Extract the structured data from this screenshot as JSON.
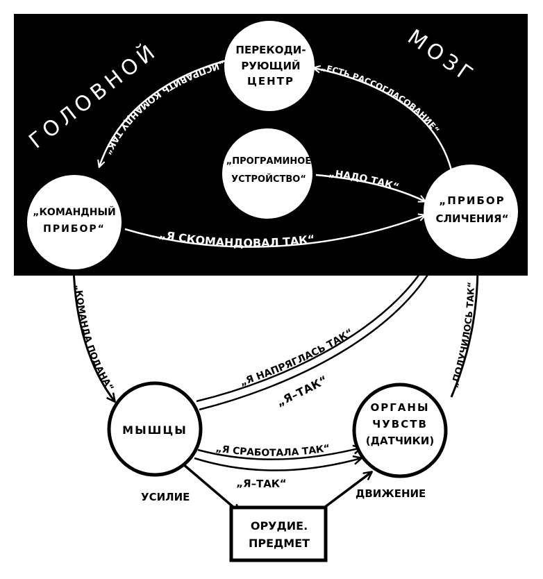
{
  "regions": {
    "brain_left": "ГОЛОВНОЙ",
    "brain_right": "МОЗГ"
  },
  "nodes": {
    "recoding": [
      "ПЕРЕКОДИ-",
      "РУЮЩИЙ",
      "ЦЕНТР"
    ],
    "program": [
      "„ПРОГРАМИНОЕ",
      "УСТРОЙСТВО“"
    ],
    "command": [
      "„КОМАНДНЫЙ",
      "ПРИБОР“"
    ],
    "comparator": [
      "„ПРИБОР",
      "СЛИЧЕНИЯ“"
    ],
    "muscles": [
      "МЫШЦЫ"
    ],
    "senses": [
      "ОРГАНЫ",
      "ЧУВСТВ",
      "(ДАТЧИКИ)"
    ],
    "tool": [
      "ОРУДИЕ.",
      "ПРЕДМЕТ"
    ]
  },
  "edges": {
    "fix_command": "„ИСПРАВИТЬ КОМАНДУ ТАК“",
    "mismatch": "„ЕСТЬ РАССОГЛАСОВАНИЕ“",
    "need_so": "„НАДО ТАК“",
    "commanded": "„Я СКОМАНДОВАЛ ТАК“",
    "command_given": "„КОМАНДА ПОДАНА“",
    "tensed": "„Я НАПРЯГЛАСЬ ТАК“",
    "i_so_upper": "„Я–ТАК“",
    "worked": "„Я СРАБОТАЛА ТАК“",
    "i_so_lower": "„Я–ТАК“",
    "turned_out": "„ПОЛУЧИЛОСЬ ТАК“",
    "effort": "УСИЛИЕ",
    "movement": "ДВИЖЕНИЕ"
  },
  "colors": {
    "panel": "#000000",
    "paper": "#ffffff"
  }
}
